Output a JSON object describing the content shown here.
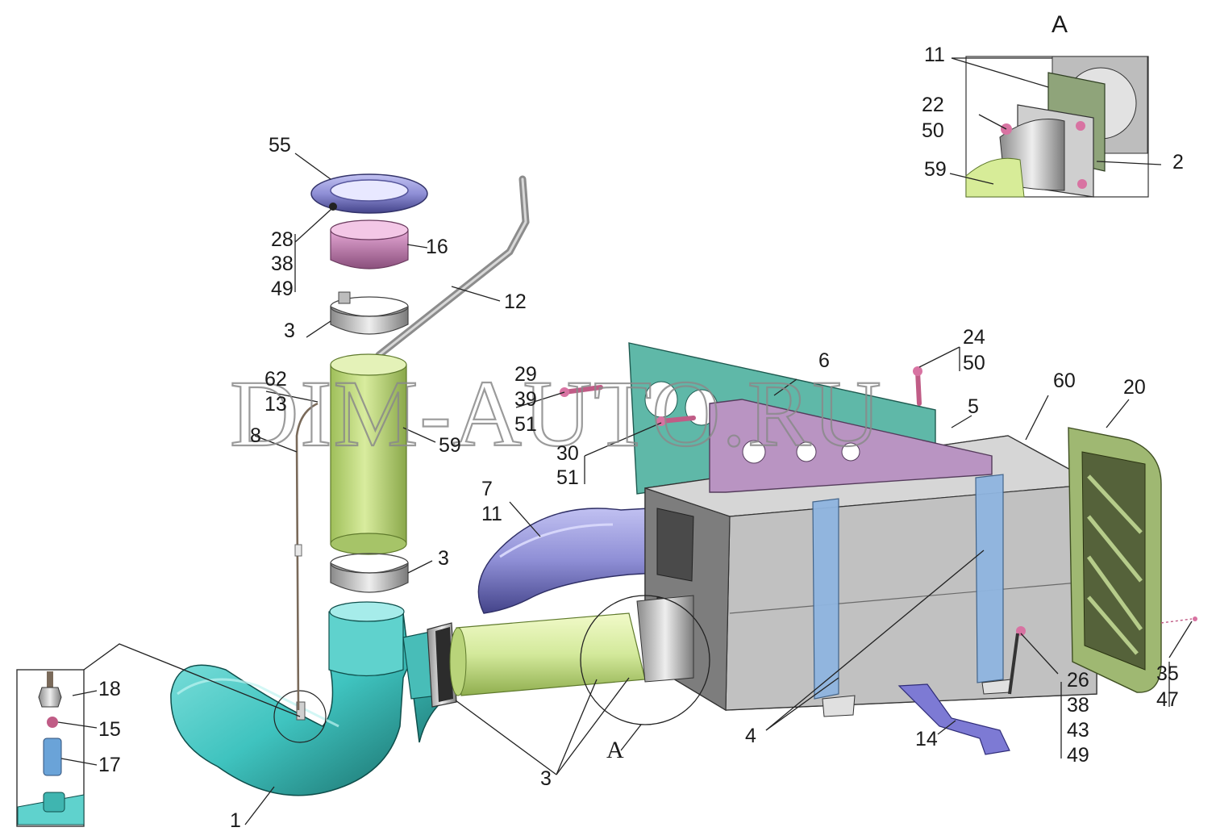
{
  "watermark": "DIM-AUTO.RU",
  "view_a_title": "A",
  "view_a_circle_label": "A",
  "labels": {
    "p1": "1",
    "p2": "2",
    "p3a": "3",
    "p3b": "3",
    "p3c": "3",
    "p4": "4",
    "p5": "5",
    "p6": "6",
    "p7": "7",
    "p8": "8",
    "p11a": "11",
    "p11b": "11",
    "p12": "12",
    "p13": "13",
    "p14": "14",
    "p15": "15",
    "p16": "16",
    "p17": "17",
    "p18": "18",
    "p20": "20",
    "p22": "22",
    "p24": "24",
    "p26": "26",
    "p28": "28",
    "p29": "29",
    "p30": "30",
    "p35": "35",
    "p38a": "38",
    "p38b": "38",
    "p39": "39",
    "p43": "43",
    "p47": "47",
    "p49a": "49",
    "p49b": "49",
    "p50a": "50",
    "p50b": "50",
    "p51a": "51",
    "p51b": "51",
    "p55": "55",
    "p59a": "59",
    "p59b": "59",
    "p60": "60",
    "p62": "62"
  },
  "colors": {
    "cyan_pipe": "#3fc3bf",
    "lime_pipe": "#c6df8a",
    "violet_part": "#8f8fd6",
    "pink_part": "#c98bb8",
    "steel": "#c4c4c4",
    "muffler": "#b9b9b9",
    "strap": "#8fb5e0",
    "bracket_teal": "#5fb8a8",
    "bracket_mauve": "#b994c2"
  }
}
